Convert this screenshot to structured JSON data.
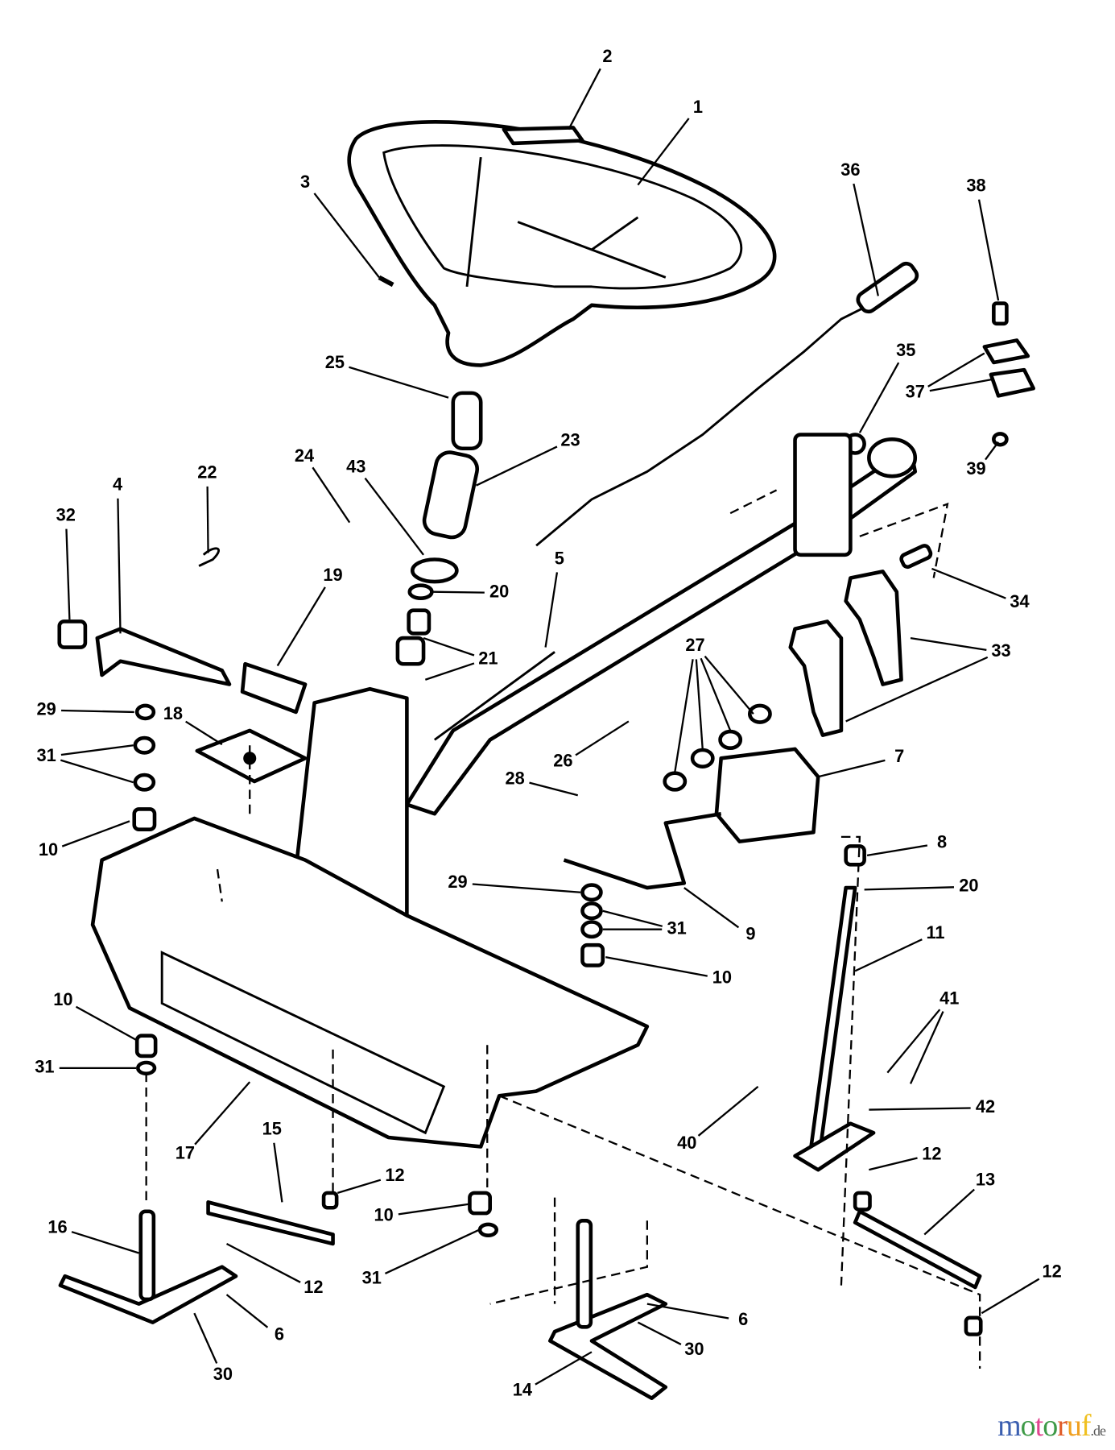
{
  "diagram": {
    "type": "exploded parts diagram",
    "callouts": [
      "1",
      "2",
      "3",
      "36",
      "38",
      "25",
      "35",
      "37",
      "23",
      "24",
      "43",
      "39",
      "4",
      "22",
      "32",
      "5",
      "34",
      "20",
      "19",
      "21",
      "27",
      "33",
      "29",
      "18",
      "31",
      "26",
      "7",
      "28",
      "10",
      "8",
      "29",
      "20",
      "31",
      "9",
      "11",
      "10",
      "10",
      "41",
      "31",
      "17",
      "42",
      "40",
      "15",
      "12",
      "13",
      "12",
      "16",
      "10",
      "31",
      "12",
      "12",
      "6",
      "6",
      "30",
      "30",
      "14"
    ]
  },
  "watermark": {
    "letters": [
      "m",
      "o",
      "t",
      "o",
      "r",
      "u",
      "f"
    ],
    "colors": [
      "#3b5fb0",
      "#3e9a47",
      "#e0458f",
      "#3e9a47",
      "#e05a26",
      "#f0a020",
      "#f0c020"
    ],
    "suffix": ".de"
  }
}
